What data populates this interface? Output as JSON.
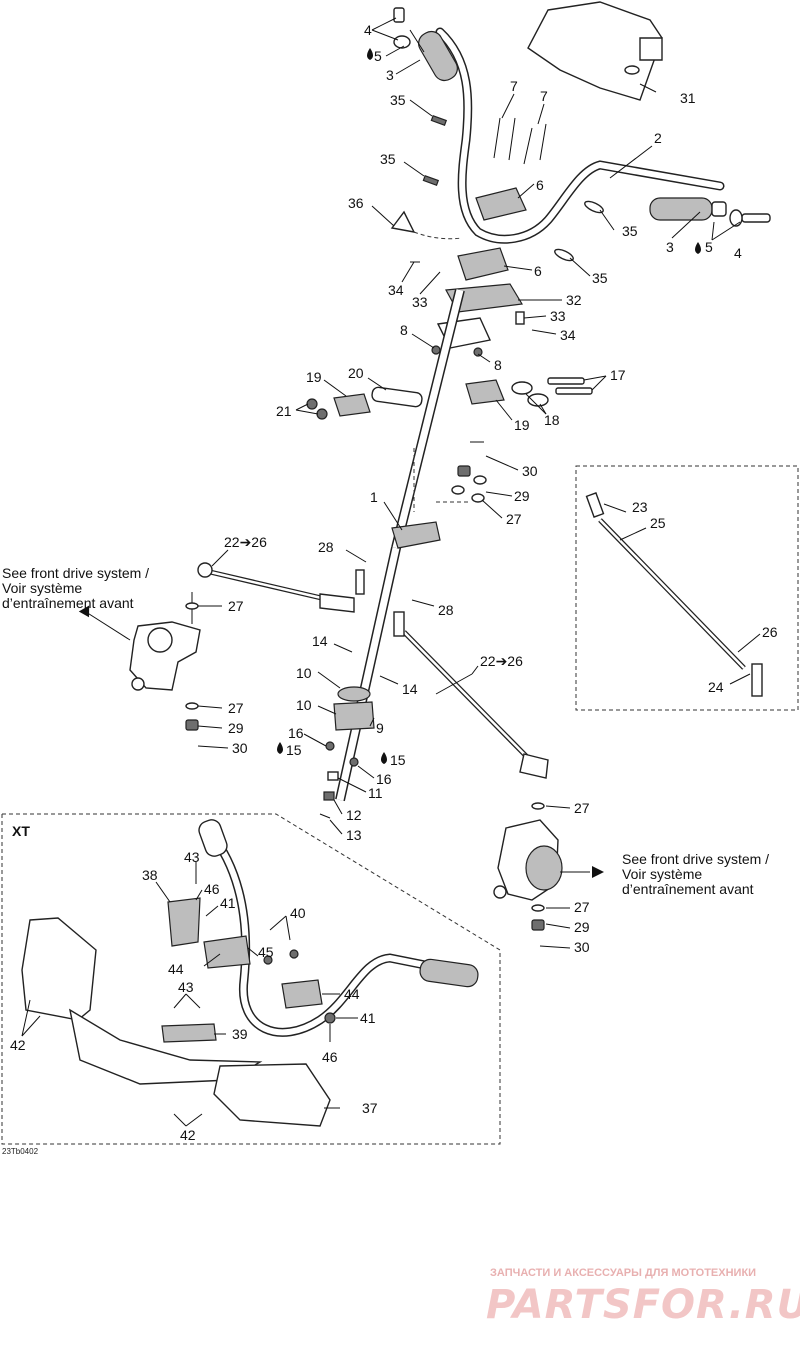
{
  "labels": {
    "p1": "1",
    "p2": "2",
    "p3a": "3",
    "p3b": "3",
    "p4a": "4",
    "p4b": "4",
    "p5a": "5",
    "p5b": "5",
    "p6a": "6",
    "p6b": "6",
    "p7a": "7",
    "p7b": "7",
    "p8a": "8",
    "p8b": "8",
    "p9": "9",
    "p10a": "10",
    "p10b": "10",
    "p11": "11",
    "p12": "12",
    "p13": "13",
    "p14a": "14",
    "p14b": "14",
    "p15a": "15",
    "p15b": "15",
    "p16a": "16",
    "p16b": "16",
    "p17": "17",
    "p18": "18",
    "p19a": "19",
    "p19b": "19",
    "p20": "20",
    "p21": "21",
    "p22a": "22➔26",
    "p22b": "22➔26",
    "p23": "23",
    "p24": "24",
    "p25": "25",
    "p26": "26",
    "p27a": "27",
    "p27b": "27",
    "p27c": "27",
    "p27d": "27",
    "p27e": "27",
    "p28a": "28",
    "p28b": "28",
    "p29a": "29",
    "p29b": "29",
    "p29c": "29",
    "p30a": "30",
    "p30b": "30",
    "p30c": "30",
    "p31": "31",
    "p32": "32",
    "p33a": "33",
    "p33b": "33",
    "p34a": "34",
    "p34b": "34",
    "p35a": "35",
    "p35b": "35",
    "p35c": "35",
    "p35d": "35",
    "p36": "36",
    "p37": "37",
    "p38": "38",
    "p39": "39",
    "p40": "40",
    "p41a": "41",
    "p41b": "41",
    "p42a": "42",
    "p42b": "42",
    "p43a": "43",
    "p43b": "43",
    "p44a": "44",
    "p44b": "44",
    "p45": "45",
    "p46a": "46",
    "p46b": "46"
  },
  "notes": {
    "left_line1": "See front drive system /",
    "left_line2": "Voir système",
    "left_line3": "d’entraînement avant",
    "right_line1": "See front drive system /",
    "right_line2": "Voir système",
    "right_line3": "d’entraînement avant"
  },
  "inset_title": "XT",
  "figure_code": "23Tb0402",
  "watermark": {
    "tagline": "ЗАПЧАСТИ И АКСЕССУАРЫ ДЛЯ МОТОТЕХНИКИ",
    "brand": "PARTSFOR.RU"
  },
  "colors": {
    "ink": "#111111",
    "part_grey": "#bdbdbd",
    "watermark": "#f2c6c6"
  }
}
